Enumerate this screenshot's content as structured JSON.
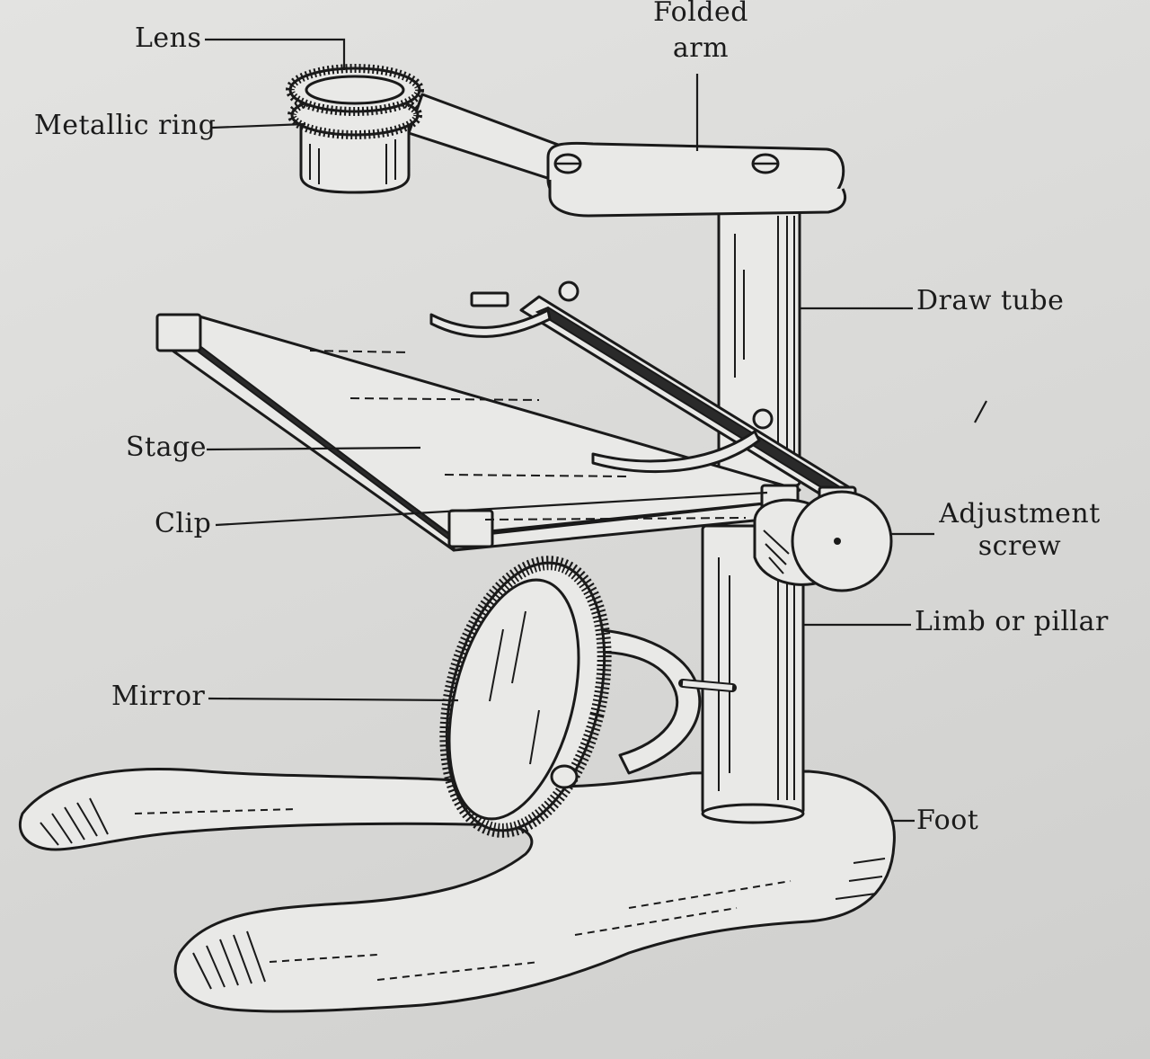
{
  "labels": {
    "lens": "Lens",
    "metallic_ring": "Metallic ring",
    "folded_arm_line1": "Folded",
    "folded_arm_line2": "arm",
    "draw_tube": "Draw tube",
    "stage": "Stage",
    "clip": "Clip",
    "adjustment_screw_line1": "Adjustment",
    "adjustment_screw_line2": "screw",
    "limb_or_pillar": "Limb or pillar",
    "mirror": "Mirror",
    "foot": "Foot"
  },
  "colors": {
    "paper": "#dcdcda",
    "ink": "#1a1a1a"
  }
}
